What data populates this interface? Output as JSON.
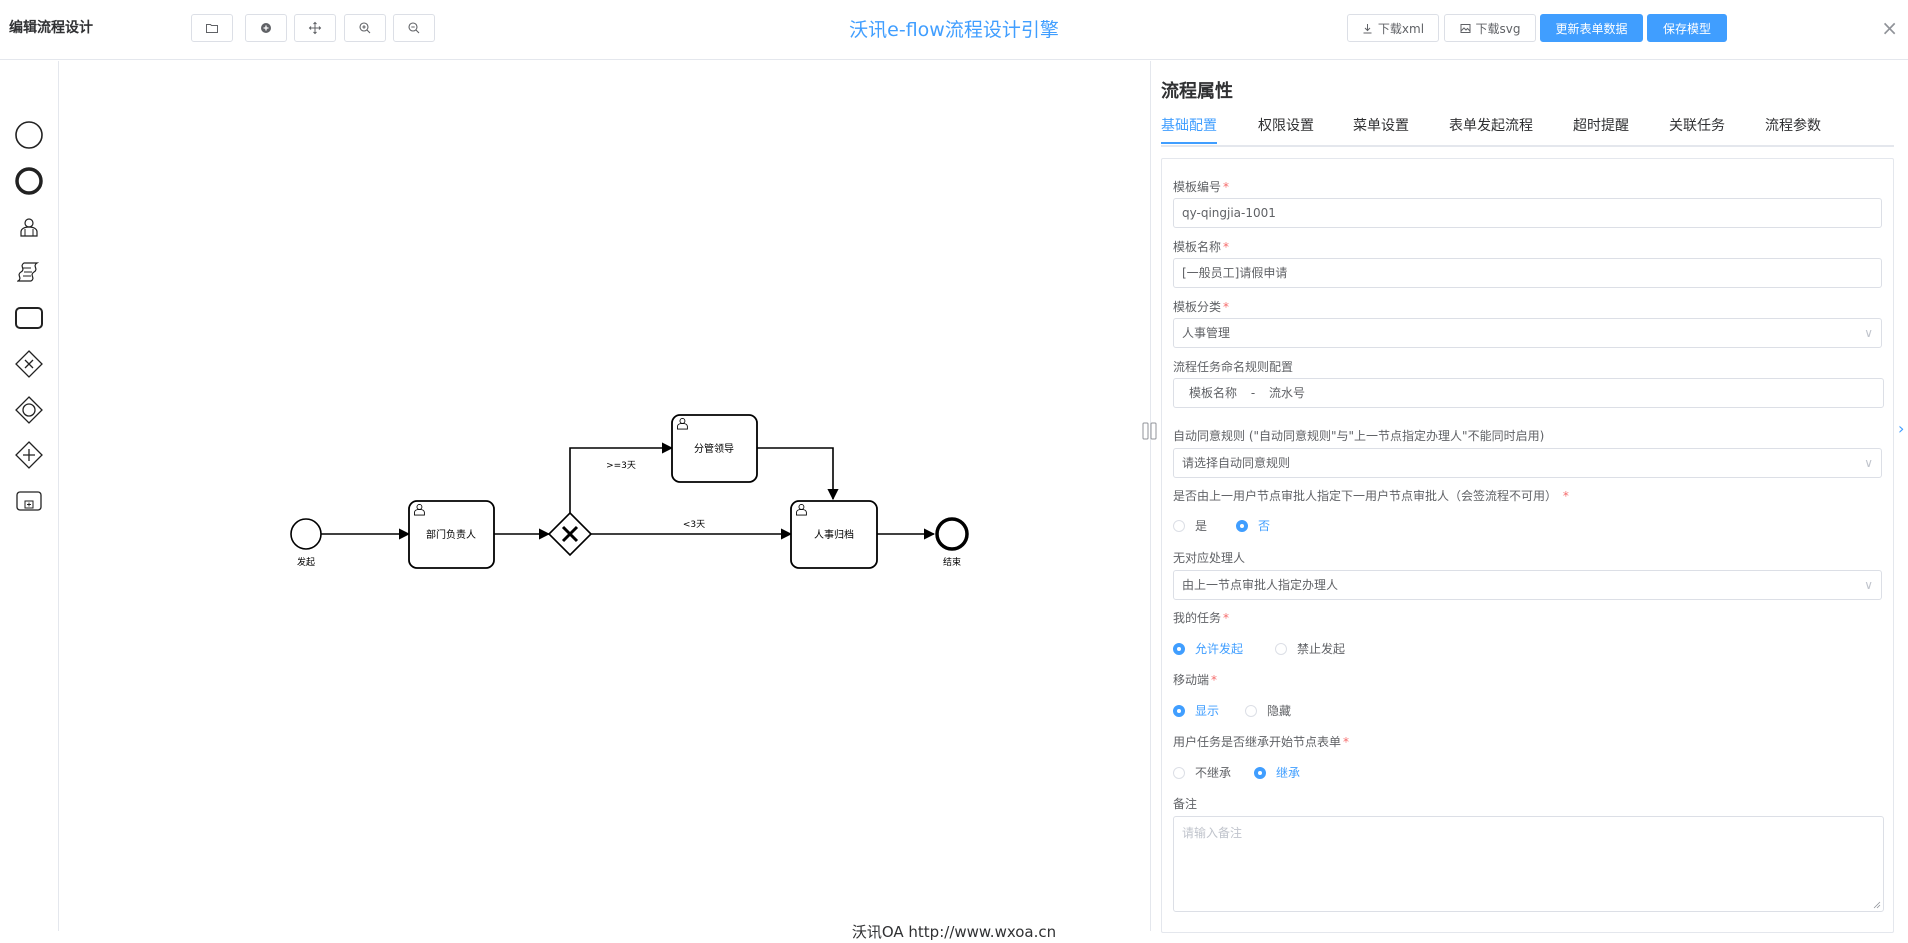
{
  "dialog": {
    "title": "编辑流程设计",
    "close_icon": "×"
  },
  "toolbar": {
    "icons": [
      "folder-open-icon",
      "add-circle-icon",
      "move-icon",
      "zoom-in-icon",
      "zoom-out-icon"
    ],
    "engine_title": "沃讯e-flow流程设计引擎",
    "download_xml": "下载xml",
    "download_svg": "下载svg",
    "update_form": "更新表单数据",
    "save_model": "保存模型"
  },
  "palette": [
    "start-event-icon",
    "end-event-icon",
    "user-task-icon",
    "script-task-icon",
    "task-icon",
    "exclusive-gateway-icon",
    "inclusive-gateway-icon",
    "parallel-gateway-icon",
    "subprocess-icon"
  ],
  "diagram": {
    "start_label": "发起",
    "dept_head": "部门负责人",
    "supervisor": "分管领导",
    "hr_archive": "人事归档",
    "end_label": "结束",
    "cond_ge3": ">=3天",
    "cond_lt3": "<3天"
  },
  "panel": {
    "title": "流程属性",
    "tabs": [
      "基础配置",
      "权限设置",
      "菜单设置",
      "表单发起流程",
      "超时提醒",
      "关联任务",
      "流程参数"
    ],
    "active_tab": 0,
    "form": {
      "template_no_label": "模板编号",
      "template_no_value": "qy-qingjia-1001",
      "template_name_label": "模板名称",
      "template_name_value": "[一般员工]请假申请",
      "category_label": "模板分类",
      "category_value": "人事管理",
      "naming_rule_label": "流程任务命名规则配置",
      "naming_rule_parts": [
        "模板名称",
        "-",
        "流水号"
      ],
      "auto_agree_label": "自动同意规则 (\"自动同意规则\"与\"上一节点指定办理人\"不能同时启用)",
      "auto_agree_placeholder": "请选择自动同意规则",
      "prev_assign_label": "是否由上一用户节点审批人指定下一用户节点审批人（会签流程不可用）",
      "prev_assign_options": [
        "是",
        "否"
      ],
      "prev_assign_value": "否",
      "no_handler_label": "无对应处理人",
      "no_handler_value": "由上一节点审批人指定办理人",
      "my_task_label": "我的任务",
      "my_task_options": [
        "允许发起",
        "禁止发起"
      ],
      "my_task_value": "允许发起",
      "mobile_label": "移动端",
      "mobile_options": [
        "显示",
        "隐藏"
      ],
      "mobile_value": "显示",
      "inherit_label": "用户任务是否继承开始节点表单",
      "inherit_options": [
        "不继承",
        "继承"
      ],
      "inherit_value": "继承",
      "remark_label": "备注",
      "remark_placeholder": "请输入备注"
    }
  },
  "footer": {
    "brand": "沃讯OA  http://www.wxoa.cn"
  },
  "colors": {
    "primary": "#409eff",
    "required": "#f56c6c",
    "border": "#dcdfe6"
  }
}
